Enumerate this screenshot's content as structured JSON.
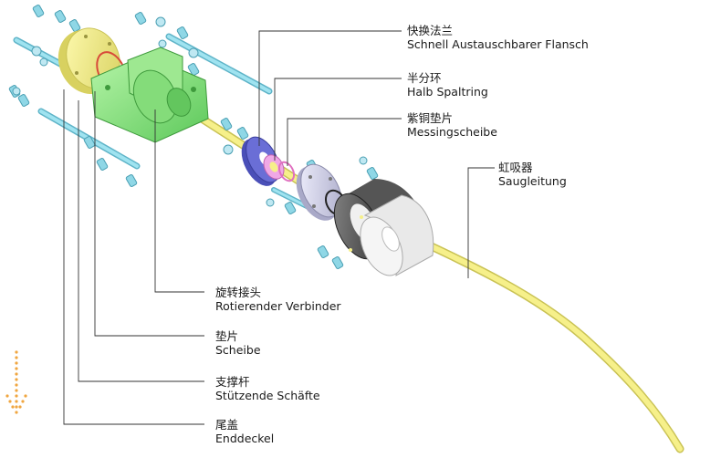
{
  "labels": {
    "flange": {
      "zh": "快换法兰",
      "de": "Schnell Austauschbarer Flansch"
    },
    "split_ring": {
      "zh": "半分环",
      "de": "Halb Spaltring"
    },
    "brass_washer": {
      "zh": "紫铜垫片",
      "de": "Messingscheibe"
    },
    "suction_line": {
      "zh": "虹吸器",
      "de": "Saugleitung"
    },
    "rotary_connector": {
      "zh": "旋转接头",
      "de": "Rotierender Verbinder"
    },
    "washer": {
      "zh": "垫片",
      "de": "Scheibe"
    },
    "support_rods": {
      "zh": "支撑杆",
      "de": "Stützende Schäfte"
    },
    "end_cover": {
      "zh": "尾盖",
      "de": "Enddeckel"
    }
  },
  "colors": {
    "end_cover": "#f3ee8a",
    "connector": "#7fe07a",
    "rods": "#86d3e3",
    "tube": "#f3ee78",
    "flange": "#5b5fc9",
    "split_ring": "#e98bd9",
    "steel": "#d8d8ee",
    "dark_ring": "#4a4a4a",
    "arrow": "#f0a640",
    "leader": "#333333"
  },
  "icons": {
    "scroll_hint": "down-arrow-icon"
  }
}
